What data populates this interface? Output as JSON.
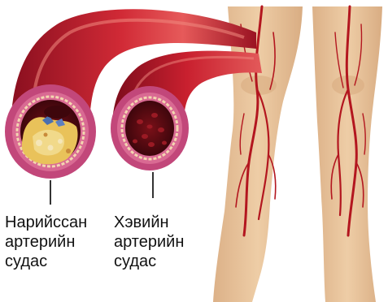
{
  "labels": {
    "narrowed_artery": [
      "Нарийссан",
      "артерийн",
      "судас"
    ],
    "healthy_artery": [
      "Хэвийн",
      "артерийн",
      "судас"
    ]
  },
  "colors": {
    "artery_dark": "#8a0f1f",
    "artery_mid": "#c9202f",
    "artery_light": "#e65a5a",
    "wall_pink": "#c2477a",
    "lumen_dark": "#5a0a12",
    "plaque_yellow": "#e9c25a",
    "skin": "#e8c29a",
    "vessel": "#b3161f",
    "pointer_line": "#333333"
  },
  "icons": {
    "narrowed_artery": "artery-cross-section-plaque-icon",
    "healthy_artery": "artery-cross-section-icon",
    "legs": "legs-with-arteries-icon"
  }
}
